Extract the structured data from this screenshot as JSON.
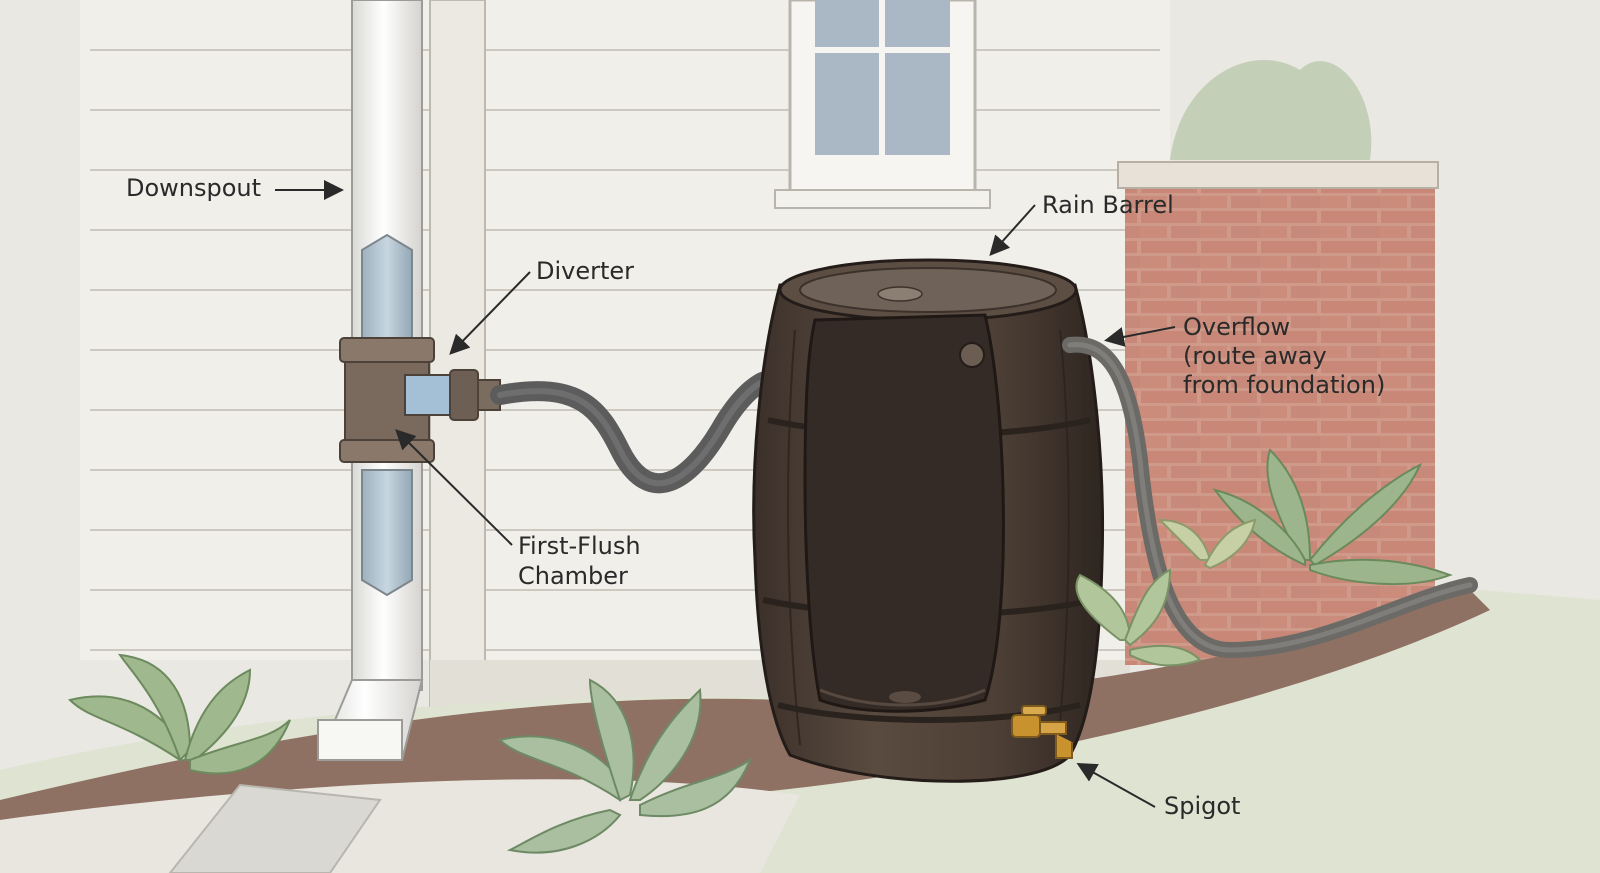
{
  "labels": {
    "downspout": "Downspout",
    "diverter": "Diverter",
    "first_flush": [
      "First-Flush",
      "Chamber"
    ],
    "rain_barrel": "Rain Barrel",
    "overflow": [
      "Overflow",
      "(route away",
      "from foundation)"
    ],
    "spigot": "Spigot"
  },
  "colors": {
    "background": "#ecebe6",
    "siding": "#f1efea",
    "siding_line": "#c9c6bd",
    "brick": "#c98f7f",
    "barrel": "#4a3d34",
    "barrel_interior": "#2f2622",
    "hose": "#5c5c5c",
    "mulch": "#8a6b5e",
    "plant": "#9fb88d",
    "spigot": "#c8932f",
    "label_text": "#2a2a2a"
  }
}
